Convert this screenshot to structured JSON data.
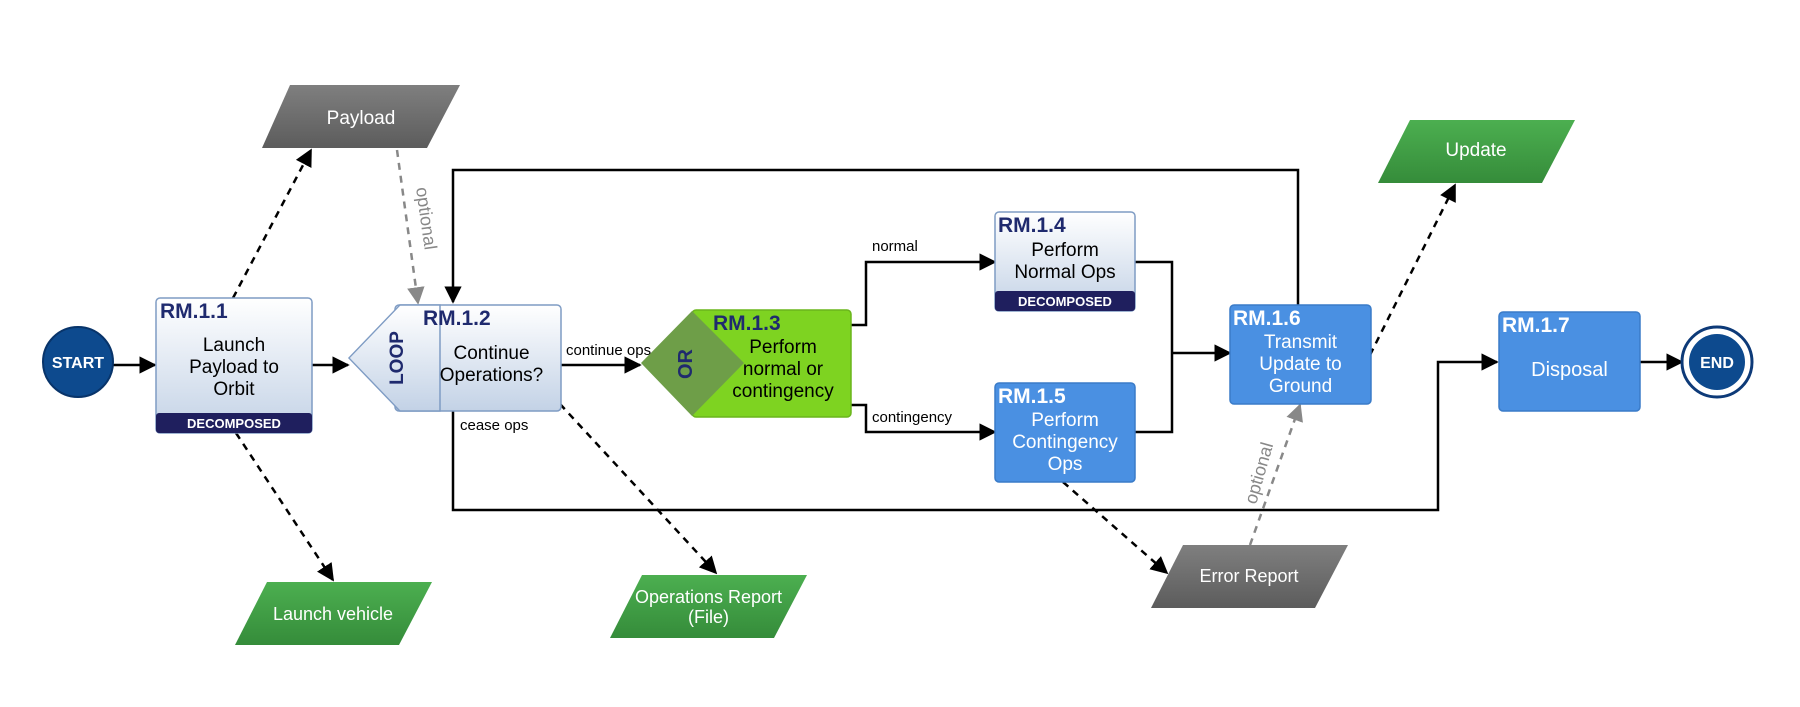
{
  "start": "START",
  "end": "END",
  "nodes": {
    "rm11": {
      "id": "RM.1.1",
      "title": "Launch Payload to Orbit",
      "badge": "DECOMPOSED"
    },
    "rm12": {
      "id": "RM.1.2",
      "title": "Continue Operations?",
      "tag": "LOOP"
    },
    "rm13": {
      "id": "RM.1.3",
      "title": "Perform normal or contingency",
      "tag": "OR"
    },
    "rm14": {
      "id": "RM.1.4",
      "title": "Perform Normal Ops",
      "badge": "DECOMPOSED"
    },
    "rm15": {
      "id": "RM.1.5",
      "title": "Perform Contingency Ops"
    },
    "rm16": {
      "id": "RM.1.6",
      "title": "Transmit Update to Ground"
    },
    "rm17": {
      "id": "RM.1.7",
      "title": "Disposal"
    }
  },
  "items": {
    "payload": "Payload",
    "update": "Update",
    "launch_vehicle": "Launch vehicle",
    "ops_report": "Operations Report (File)",
    "error_report": "Error Report"
  },
  "edge_labels": {
    "continue_ops": "continue ops",
    "cease_ops": "cease ops",
    "normal": "normal",
    "contingency": "contingency",
    "optional_payload": "optional",
    "optional_error": "optional"
  },
  "colors": {
    "start_end": "#0d4a8e",
    "function_light_top": "#ffffff",
    "function_light_bottom": "#c8d6e8",
    "function_blue": "#4a90e2",
    "or_green": "#7ed321",
    "or_diamond": "#6e9e48",
    "badge": "#1f1f5e",
    "item_gray": "#6b6b6b",
    "item_green": "#3f9e45",
    "id_text": "#1f2a6e"
  }
}
